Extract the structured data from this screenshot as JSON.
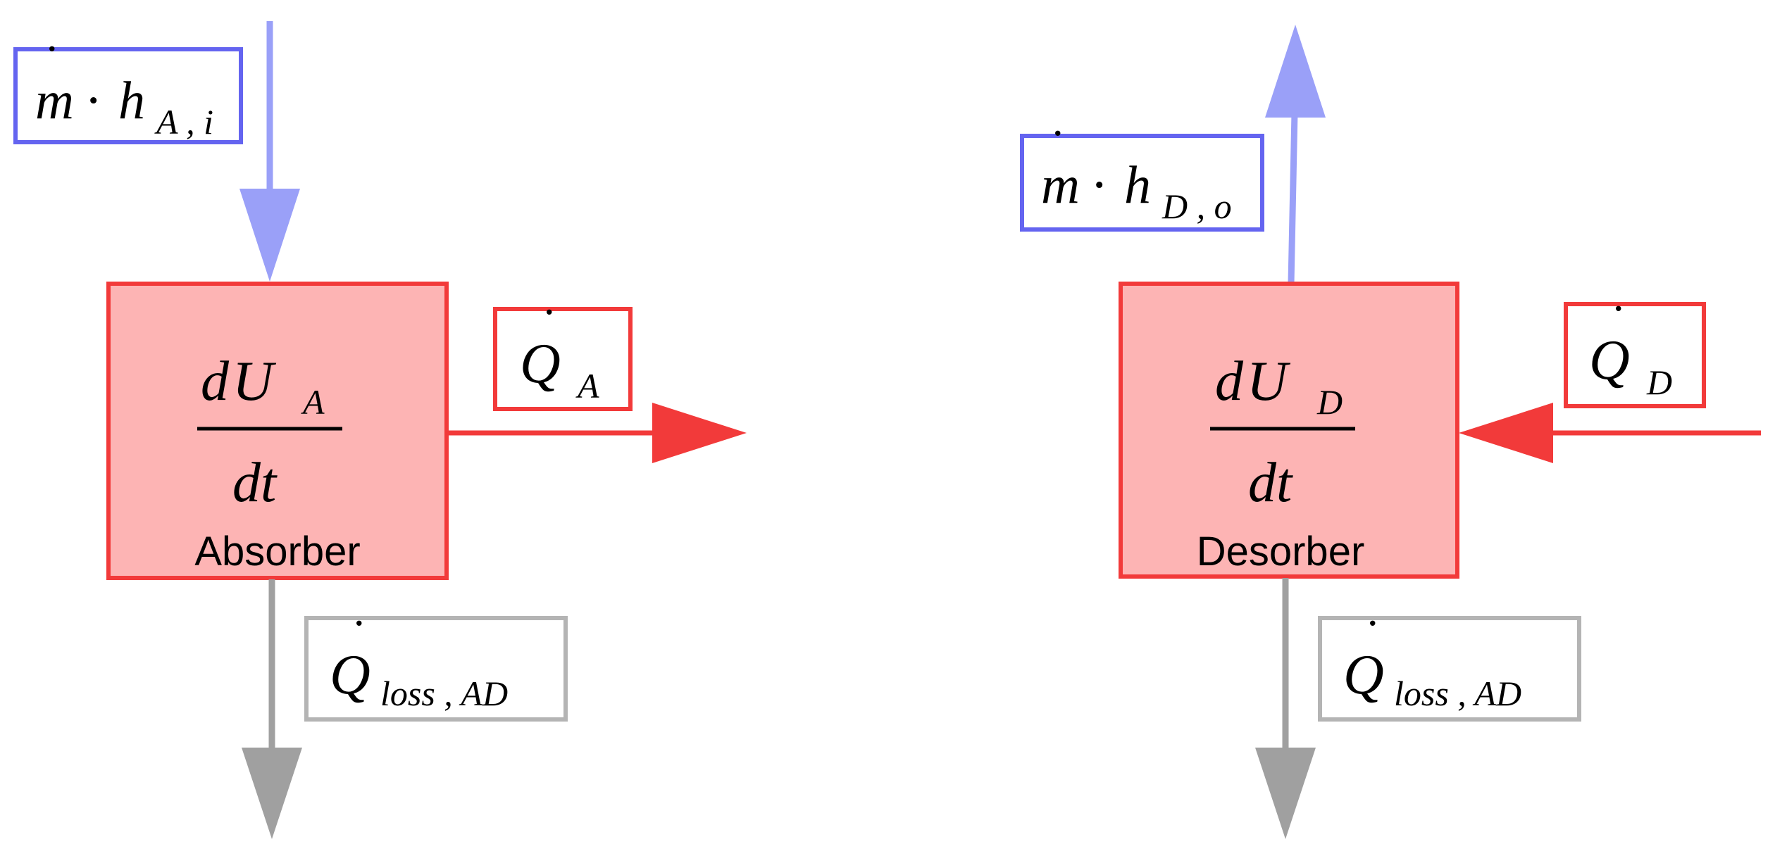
{
  "colors": {
    "box_fill": "#fdb4b4",
    "box_stroke": "#f23a3a",
    "heat_arrow": "#f23a3a",
    "mass_arrow": "#9aa0f8",
    "mass_label_border": "#6464f0",
    "loss_arrow": "#a0a0a0",
    "loss_label_border": "#b4b4b4"
  },
  "absorber": {
    "name": "Absorber",
    "numerator_d": "d",
    "numerator_U": "U",
    "numerator_sub": "A",
    "denominator": "dt",
    "inflow": {
      "m": "m",
      "dot": "·",
      "h": "h",
      "sub": "A , i"
    },
    "heat": {
      "Q": "Q",
      "sub": "A"
    },
    "loss": {
      "Q": "Q",
      "sub": "loss , AD"
    }
  },
  "desorber": {
    "name": "Desorber",
    "numerator_d": "d",
    "numerator_U": "U",
    "numerator_sub": "D",
    "denominator": "dt",
    "outflow": {
      "m": "m",
      "dot": "·",
      "h": "h",
      "sub": "D , o"
    },
    "heat": {
      "Q": "Q",
      "sub": "D"
    },
    "loss": {
      "Q": "Q",
      "sub": "loss , AD"
    }
  }
}
